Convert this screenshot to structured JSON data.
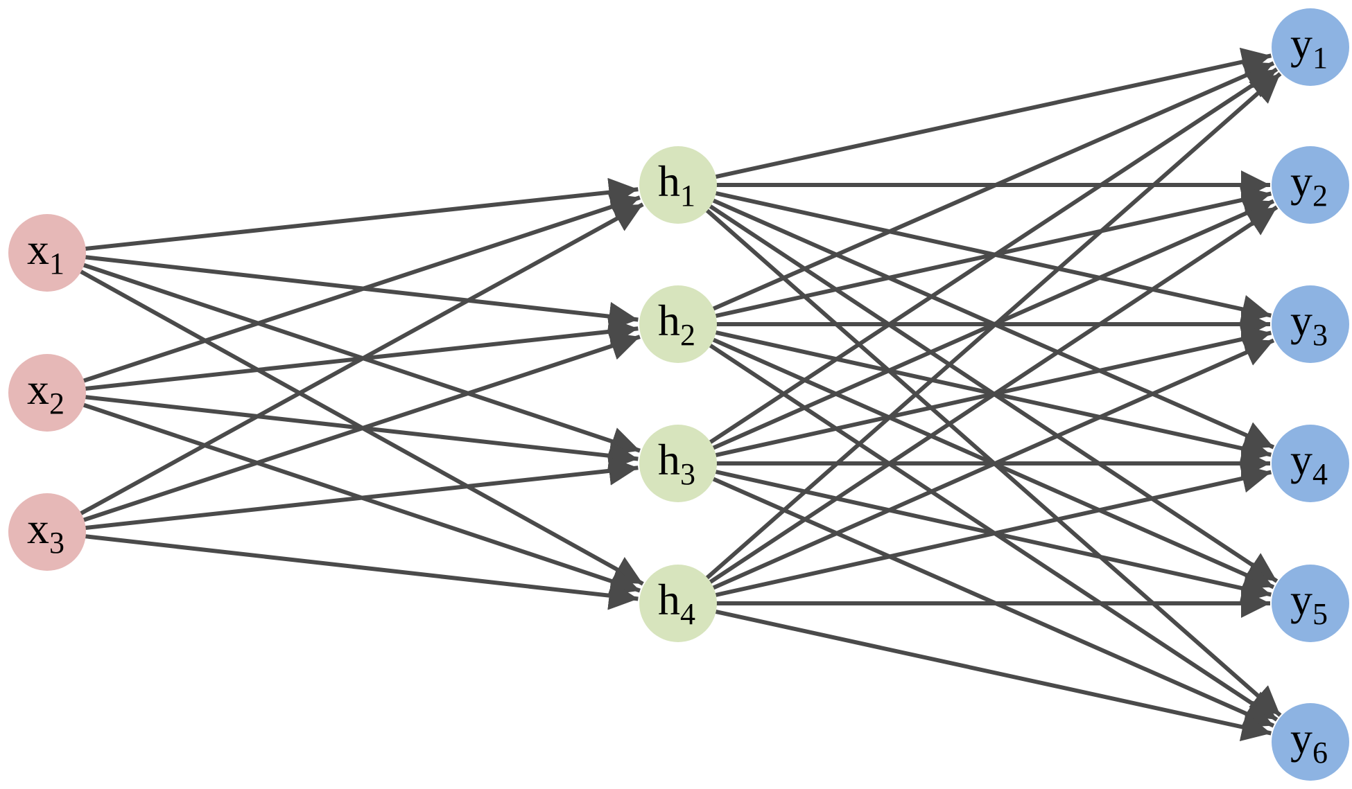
{
  "colors": {
    "input": "#e6b8b7",
    "hidden": "#d7e4bd",
    "output": "#8db3e2",
    "edge": "#4a4a4a",
    "background": "#ffffff"
  },
  "layers": [
    {
      "name": "input",
      "nodes": [
        {
          "id": "x1",
          "base": "x",
          "sub": "1"
        },
        {
          "id": "x2",
          "base": "x",
          "sub": "2"
        },
        {
          "id": "x3",
          "base": "x",
          "sub": "3"
        }
      ]
    },
    {
      "name": "hidden",
      "nodes": [
        {
          "id": "h1",
          "base": "h",
          "sub": "1"
        },
        {
          "id": "h2",
          "base": "h",
          "sub": "2"
        },
        {
          "id": "h3",
          "base": "h",
          "sub": "3"
        },
        {
          "id": "h4",
          "base": "h",
          "sub": "4"
        }
      ]
    },
    {
      "name": "output",
      "nodes": [
        {
          "id": "y1",
          "base": "y",
          "sub": "1"
        },
        {
          "id": "y2",
          "base": "y",
          "sub": "2"
        },
        {
          "id": "y3",
          "base": "y",
          "sub": "3"
        },
        {
          "id": "y4",
          "base": "y",
          "sub": "4"
        },
        {
          "id": "y5",
          "base": "y",
          "sub": "5"
        },
        {
          "id": "y6",
          "base": "y",
          "sub": "6"
        }
      ]
    }
  ],
  "connectivity": "fully-connected",
  "edges_directed": true
}
